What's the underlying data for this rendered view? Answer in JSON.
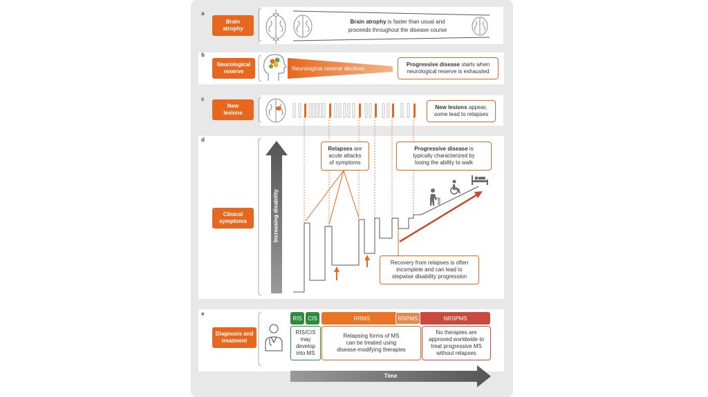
{
  "colors": {
    "orange": "#e8671e",
    "green": "#2e8b3e",
    "red": "#c0392b",
    "gray": "#6b6b6b"
  },
  "a": {
    "letter": "a",
    "label_l1": "Brain",
    "label_l2": "atrophy",
    "desc_bold": "Brain atrophy",
    "desc_rest": " is faster than usual and",
    "desc_l2": "proceeds throughout the disease course"
  },
  "b": {
    "letter": "b",
    "label_l1": "Neurological",
    "label_l2": "reserve",
    "wedge_text": "Neurological reserve declines",
    "desc_bold": "Progressive disease",
    "desc_rest": " starts when",
    "desc_l2": "neurological reserve is exhausted"
  },
  "c": {
    "letter": "c",
    "label_l1": "New",
    "label_l2": "lesions",
    "desc_bold": "New lesions",
    "desc_rest": " appear,",
    "desc_l2": "some lead to relapses"
  },
  "d": {
    "letter": "d",
    "label_l1": "Clinical",
    "label_l2": "symptoms",
    "axis_label": "Increasing disability",
    "relapse_bold": "Relapses",
    "relapse_rest": " are",
    "relapse_l2": "acute attacks",
    "relapse_l3": "of symptoms",
    "prog_bold": "Progressive disease",
    "prog_rest": " is",
    "prog_l2": "typically characterized by",
    "prog_l3": "losing the ability to walk",
    "recovery_l1": "Recovery from relapses is often",
    "recovery_l2": "incomplete and can lead to",
    "recovery_l3": "stepwise disability progression"
  },
  "e": {
    "letter": "e",
    "label_l1": "Diagnosis and",
    "label_l2": "treatment",
    "ris": "RIS",
    "cis": "CIS",
    "rrms": "RRMS",
    "rspms": "RSPMS",
    "nrspms": "NRSPMS",
    "green_l1": "RIS/CIS",
    "green_l2": "may",
    "green_l3": "develop",
    "green_l4": "into MS",
    "mid_l1": "Relapsing forms of MS",
    "mid_l2": "can be treated using",
    "mid_l3": "disease-modifying therapies",
    "right_l1": "No therapies are",
    "right_l2": "approved worldwide to",
    "right_l3": "treat progressive MS",
    "right_l4": "without relapses"
  },
  "time_label": "Time",
  "icons": [
    "brain-compress-icon",
    "brain-outline-icon",
    "head-profile-icon",
    "brain-lesion-icon",
    "walker-icon",
    "wheelchair-icon",
    "bed-icon",
    "doctor-icon"
  ]
}
